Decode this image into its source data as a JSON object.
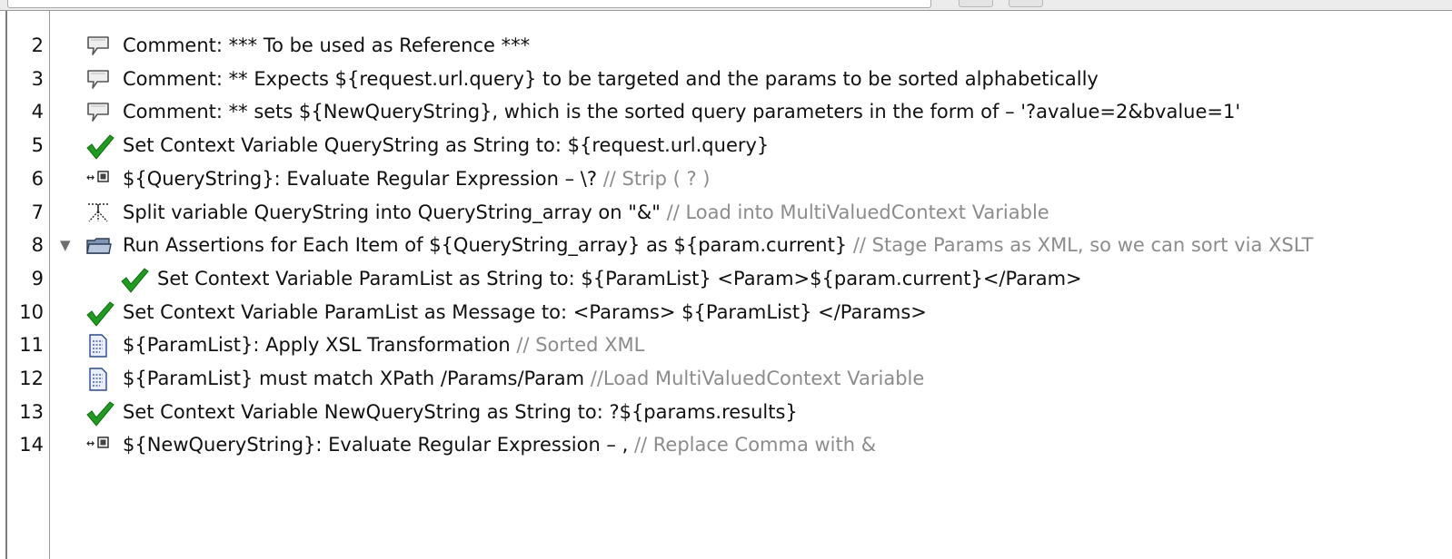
{
  "rows": [
    {
      "line": "2",
      "icon": "comment-icon",
      "indent": 0,
      "text": "Comment: *** To be used as Reference ***",
      "comment": "",
      "expander": ""
    },
    {
      "line": "3",
      "icon": "comment-icon",
      "indent": 0,
      "text": "Comment: ** Expects ${request.url.query} to be targeted and the params to be sorted alphabetically",
      "comment": "",
      "expander": ""
    },
    {
      "line": "4",
      "icon": "comment-icon",
      "indent": 0,
      "text": "Comment: ** sets ${NewQueryString}, which is the sorted query parameters in the form of – '?avalue=2&bvalue=1'",
      "comment": "",
      "expander": ""
    },
    {
      "line": "5",
      "icon": "checkmark-icon",
      "indent": 0,
      "text": "Set Context Variable QueryString as String to: ${request.url.query}",
      "comment": "",
      "expander": ""
    },
    {
      "line": "6",
      "icon": "regex-icon",
      "indent": 0,
      "text": "${QueryString}: Evaluate Regular Expression – \\?",
      "comment": " // Strip ( ? )",
      "expander": ""
    },
    {
      "line": "7",
      "icon": "split-icon",
      "indent": 0,
      "text": "Split variable QueryString into QueryString_array on \"&\"",
      "comment": "  // Load into MultiValuedContext Variable",
      "expander": ""
    },
    {
      "line": "8",
      "icon": "folder-icon",
      "indent": 0,
      "text": "Run Assertions for Each Item of ${QueryString_array} as ${param.current}",
      "comment": " // Stage Params as XML, so we can sort via XSLT",
      "expander": "▼"
    },
    {
      "line": "9",
      "icon": "checkmark-icon",
      "indent": 1,
      "text": "Set Context Variable ParamList as String to: ${ParamList}   <Param>${param.current}</Param>",
      "comment": "",
      "expander": ""
    },
    {
      "line": "10",
      "icon": "checkmark-icon",
      "indent": 0,
      "text": "Set Context Variable ParamList as Message to: <Params>  ${ParamList}  </Params>",
      "comment": "",
      "expander": ""
    },
    {
      "line": "11",
      "icon": "xml-doc-icon",
      "indent": 0,
      "text": "${ParamList}: Apply XSL Transformation",
      "comment": " // Sorted XML",
      "expander": ""
    },
    {
      "line": "12",
      "icon": "xml-doc-icon",
      "indent": 0,
      "text": "${ParamList} must match XPath /Params/Param",
      "comment": " //Load MultiValuedContext Variable",
      "expander": ""
    },
    {
      "line": "13",
      "icon": "checkmark-icon",
      "indent": 0,
      "text": "Set Context Variable NewQueryString as String to: ?${params.results}",
      "comment": "",
      "expander": ""
    },
    {
      "line": "14",
      "icon": "regex-icon",
      "indent": 0,
      "text": "${NewQueryString}: Evaluate Regular Expression – ,",
      "comment": "  // Replace Comma with &",
      "expander": ""
    }
  ]
}
